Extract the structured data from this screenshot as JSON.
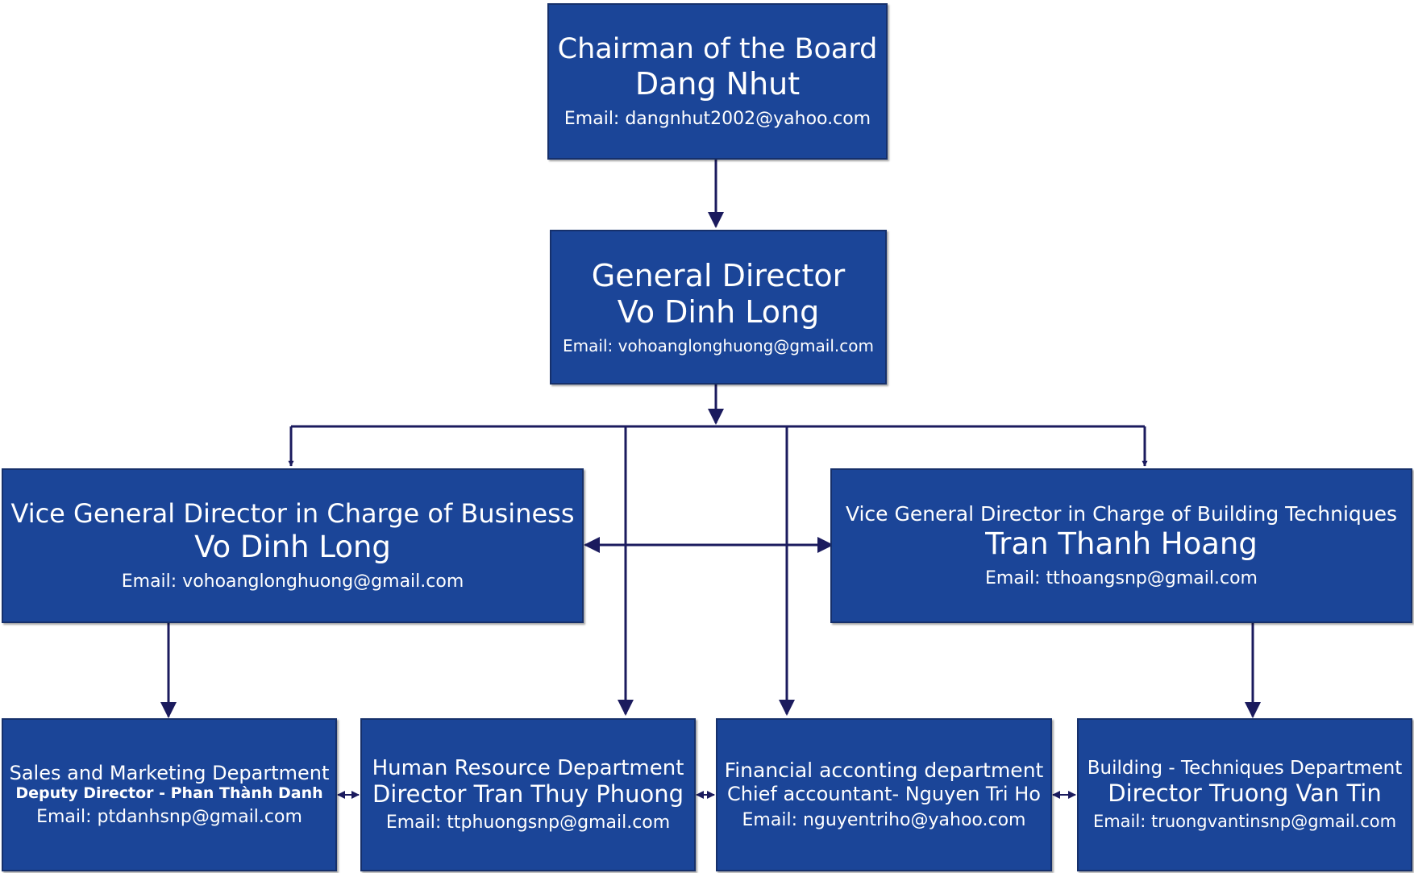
{
  "colors": {
    "box_fill": "#1b4598",
    "box_border": "#16306b",
    "text": "#ffffff",
    "connector": "#1b1b5e"
  },
  "chairman": {
    "title": "Chairman of the Board",
    "name": "Dang Nhut",
    "email": "Email: dangnhut2002@yahoo.com"
  },
  "general_director": {
    "title": "General Director",
    "name": "Vo Dinh Long",
    "email": "Email: vohoanglonghuong@gmail.com"
  },
  "vice_business": {
    "title": "Vice General Director in Charge of Business",
    "name": "Vo Dinh Long",
    "email": "Email: vohoanglonghuong@gmail.com"
  },
  "vice_building": {
    "title": "Vice General Director in Charge of Building Techniques",
    "name": "Tran Thanh Hoang",
    "email": "Email: tthoangsnp@gmail.com"
  },
  "departments": [
    {
      "title": "Sales and Marketing Department",
      "name": "Deputy Director - Phan Thành Danh",
      "email": "Email: ptdanhsnp@gmail.com"
    },
    {
      "title": "Human Resource Department",
      "name": "Director Tran Thuy Phuong",
      "email": "Email: ttphuongsnp@gmail.com"
    },
    {
      "title": "Financial acconting department",
      "name": "Chief accountant- Nguyen Tri Ho",
      "email": "Email: nguyentriho@yahoo.com"
    },
    {
      "title": "Building - Techniques Department",
      "name": "Director Truong Van Tin",
      "email": "Email: truongvantinsnp@gmail.com"
    }
  ]
}
